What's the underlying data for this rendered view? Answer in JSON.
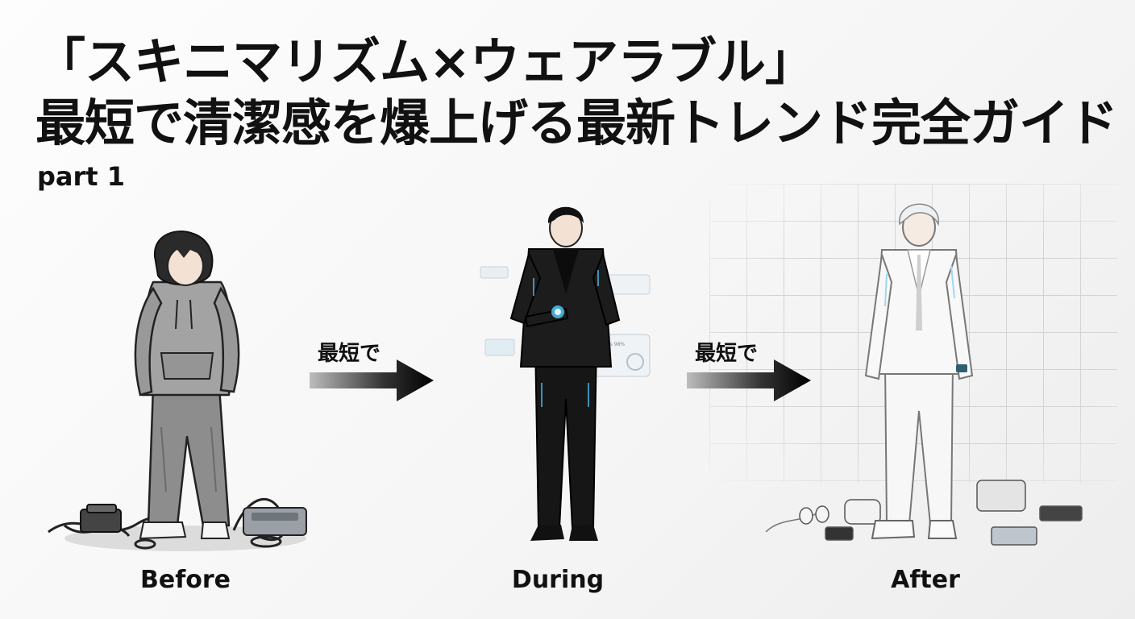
{
  "title": {
    "line1": "「スキニマリズム×ウェアラブル」",
    "line2": "最短で清潔感を爆上げる最新トレンド完全ガイド"
  },
  "subtitle": "part 1",
  "stages": [
    {
      "label": "Before"
    },
    {
      "label": "During"
    },
    {
      "label": "After"
    }
  ],
  "arrows": [
    {
      "label": "最短で"
    },
    {
      "label": "最短で"
    }
  ],
  "during_hud_text": "Cheek Status 98%",
  "colors": {
    "title_text": "#111111",
    "hoodie_gray": "#9a9a9a",
    "suit_black": "#161616",
    "suit_white": "#f7f7f7",
    "tech_glow": "#4fc3f7"
  }
}
